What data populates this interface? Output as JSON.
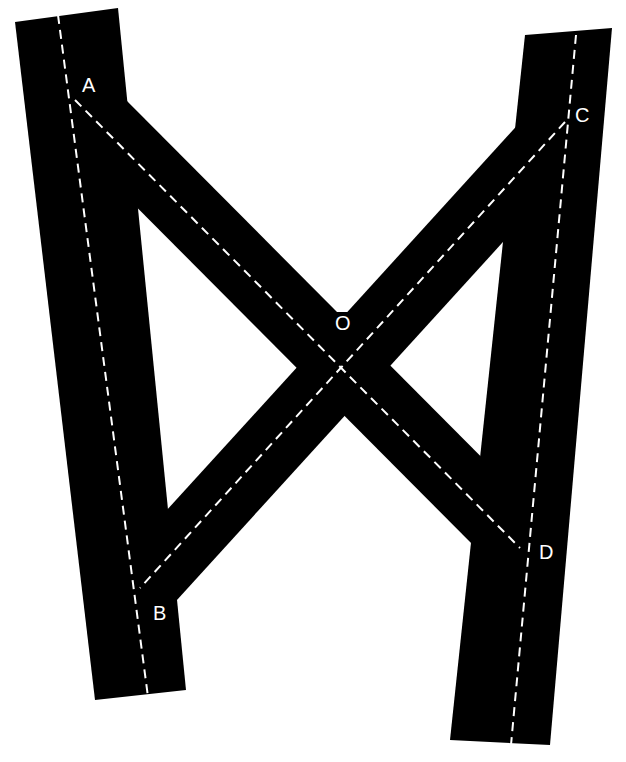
{
  "diagram": {
    "labels": [
      "A",
      "B",
      "C",
      "D",
      "O"
    ]
  }
}
